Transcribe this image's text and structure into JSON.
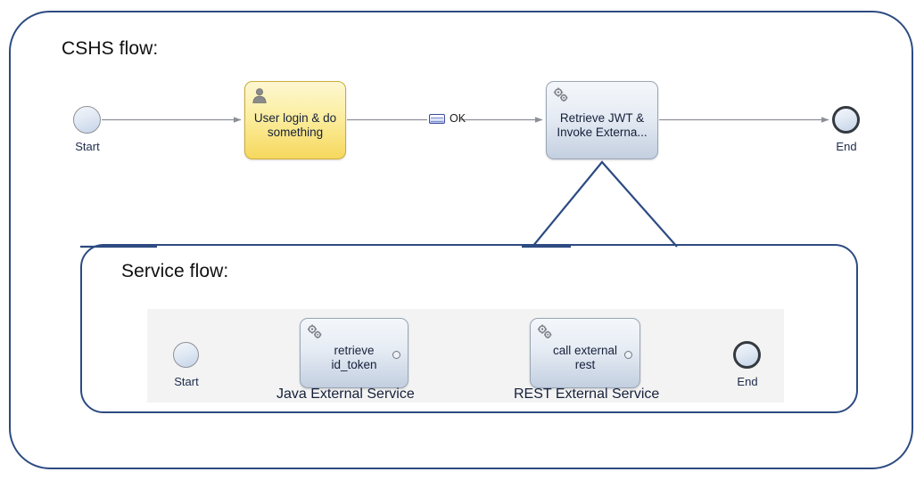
{
  "diagram": {
    "type": "bpmn-flow",
    "outer_border_color": "#2d4b82",
    "inner_border_color": "#2d4b82",
    "lane_color": "#f3f3f3"
  },
  "main_flow": {
    "title": "CSHS flow:",
    "start": {
      "label": "Start"
    },
    "end": {
      "label": "End"
    },
    "tasks": [
      {
        "name": "user-task",
        "label": "User login & do\nsomething",
        "icon": "user-icon",
        "kind": "user",
        "fill": "#fceea0"
      },
      {
        "name": "service-task",
        "label": "Retrieve JWT &\nInvoke Externa...",
        "icon": "cogs-icon",
        "kind": "service",
        "fill": "#e6ecf4"
      }
    ],
    "message_marker": {
      "label": "OK",
      "icon": "message-envelope-icon"
    }
  },
  "service_flow": {
    "title": "Service flow:",
    "start": {
      "label": "Start"
    },
    "end": {
      "label": "End"
    },
    "tasks": [
      {
        "name": "retrieve-id-token-task",
        "label": "retrieve\nid_token",
        "icon": "cogs-icon",
        "annotation": "Java External Service"
      },
      {
        "name": "call-external-rest-task",
        "label": "call external\nrest",
        "icon": "cogs-icon",
        "annotation": "REST External Service"
      }
    ]
  }
}
